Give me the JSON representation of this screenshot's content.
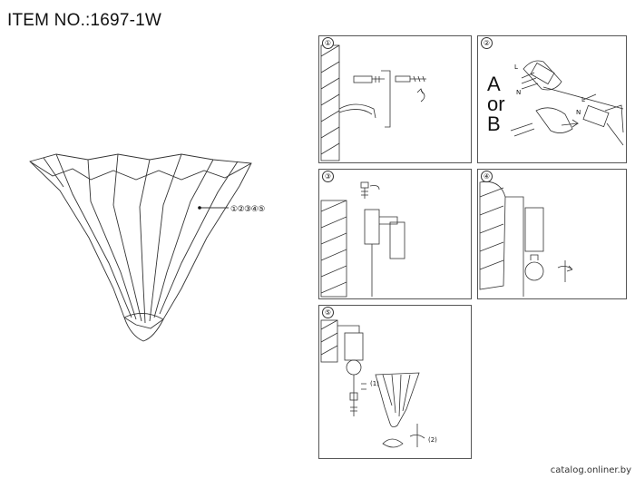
{
  "title": "ITEM NO.:1697-1W",
  "parts_label": "①②③④⑤",
  "watermark": "catalog.onliner.by",
  "steps": [
    {
      "num": "①"
    },
    {
      "num": "②",
      "option_a": "A",
      "or_text": "or",
      "option_b": "B",
      "wire_labels": [
        "L",
        "N",
        "L",
        "N"
      ]
    },
    {
      "num": "③"
    },
    {
      "num": "④"
    },
    {
      "num": "⑤",
      "sub1": "(1)",
      "sub2": "(2)"
    }
  ]
}
